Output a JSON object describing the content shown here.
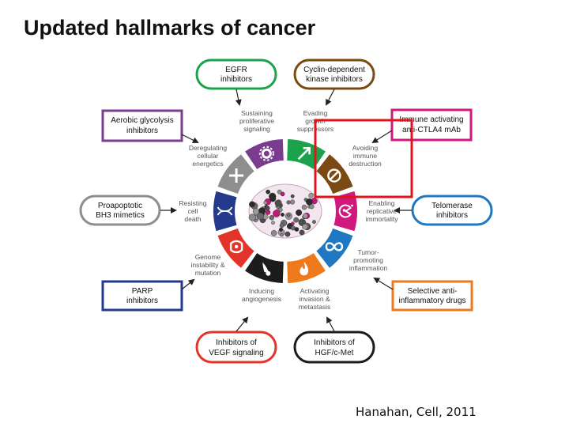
{
  "slide": {
    "title": "Updated hallmarks of cancer",
    "citation": "Hanahan, Cell, 2011"
  },
  "colors": {
    "green": "#1aa34a",
    "brown": "#7a4a12",
    "magenta": "#d0187e",
    "blue": "#1f78c1",
    "orange": "#ee7a1c",
    "black": "#1c1c1c",
    "red": "#e2342a",
    "navy": "#243a8c",
    "gray": "#8e8e8e",
    "purple": "#7a3c8f",
    "highlight": "#e0141c"
  },
  "drugs": [
    {
      "id": "egfr",
      "lines": [
        "EGFR",
        "inhibitors"
      ],
      "color": "#1aa34a"
    },
    {
      "id": "cdk",
      "lines": [
        "Cyclin-dependent",
        "kinase inhibitors"
      ],
      "color": "#7a4a12"
    },
    {
      "id": "immune",
      "lines": [
        "Immune activating",
        "anti-CTLA4 mAb"
      ],
      "color": "#d0187e"
    },
    {
      "id": "telomerase",
      "lines": [
        "Telomerase",
        "inhibitors"
      ],
      "color": "#1f78c1"
    },
    {
      "id": "antiinflammatory",
      "lines": [
        "Selective anti-",
        "inflammatory drugs"
      ],
      "color": "#ee7a1c"
    },
    {
      "id": "hgf",
      "lines": [
        "Inhibitors of",
        "HGF/c-Met"
      ],
      "color": "#1c1c1c"
    },
    {
      "id": "vegf",
      "lines": [
        "Inhibitors of",
        "VEGF signaling"
      ],
      "color": "#e2342a"
    },
    {
      "id": "parp",
      "lines": [
        "PARP",
        "inhibitors"
      ],
      "color": "#243a8c"
    },
    {
      "id": "bh3",
      "lines": [
        "Proapoptotic",
        "BH3 mimetics"
      ],
      "color": "#8e8e8e"
    },
    {
      "id": "glycolysis",
      "lines": [
        "Aerobic glycolysis",
        "inhibitors"
      ],
      "color": "#7a3c8f"
    }
  ],
  "hallmarks": [
    {
      "id": "proliferative",
      "lines": [
        "Sustaining",
        "proliferative",
        "signaling"
      ],
      "color": "#1aa34a",
      "icon": "arrow-up-right-icon"
    },
    {
      "id": "growth-suppressors",
      "lines": [
        "Evading",
        "growth",
        "suppressors"
      ],
      "color": "#7a4a12",
      "icon": "prohibition-icon"
    },
    {
      "id": "immune-destruction",
      "lines": [
        "Avoiding",
        "immune",
        "destruction"
      ],
      "color": "#d0187e",
      "icon": "pacman-cell-icon"
    },
    {
      "id": "immortality",
      "lines": [
        "Enabling",
        "replicative",
        "immortality"
      ],
      "color": "#1f78c1",
      "icon": "infinity-icon"
    },
    {
      "id": "inflammation",
      "lines": [
        "Tumor-",
        "promoting",
        "inflammation"
      ],
      "color": "#ee7a1c",
      "icon": "flame-icon"
    },
    {
      "id": "invasion",
      "lines": [
        "Activating",
        "invasion &",
        "metastasis"
      ],
      "color": "#1c1c1c",
      "icon": "comet-icon"
    },
    {
      "id": "angiogenesis",
      "lines": [
        "Inducing",
        "angiogenesis"
      ],
      "color": "#e2342a",
      "icon": "vessel-icon"
    },
    {
      "id": "genome",
      "lines": [
        "Genome",
        "instability &",
        "mutation"
      ],
      "color": "#243a8c",
      "icon": "dna-icon"
    },
    {
      "id": "cell-death",
      "lines": [
        "Resisting",
        "cell",
        "death"
      ],
      "color": "#8e8e8e",
      "icon": "plus-icon"
    },
    {
      "id": "energetics",
      "lines": [
        "Deregulating",
        "cellular",
        "energetics"
      ],
      "color": "#7a3c8f",
      "icon": "cog-icon"
    }
  ]
}
